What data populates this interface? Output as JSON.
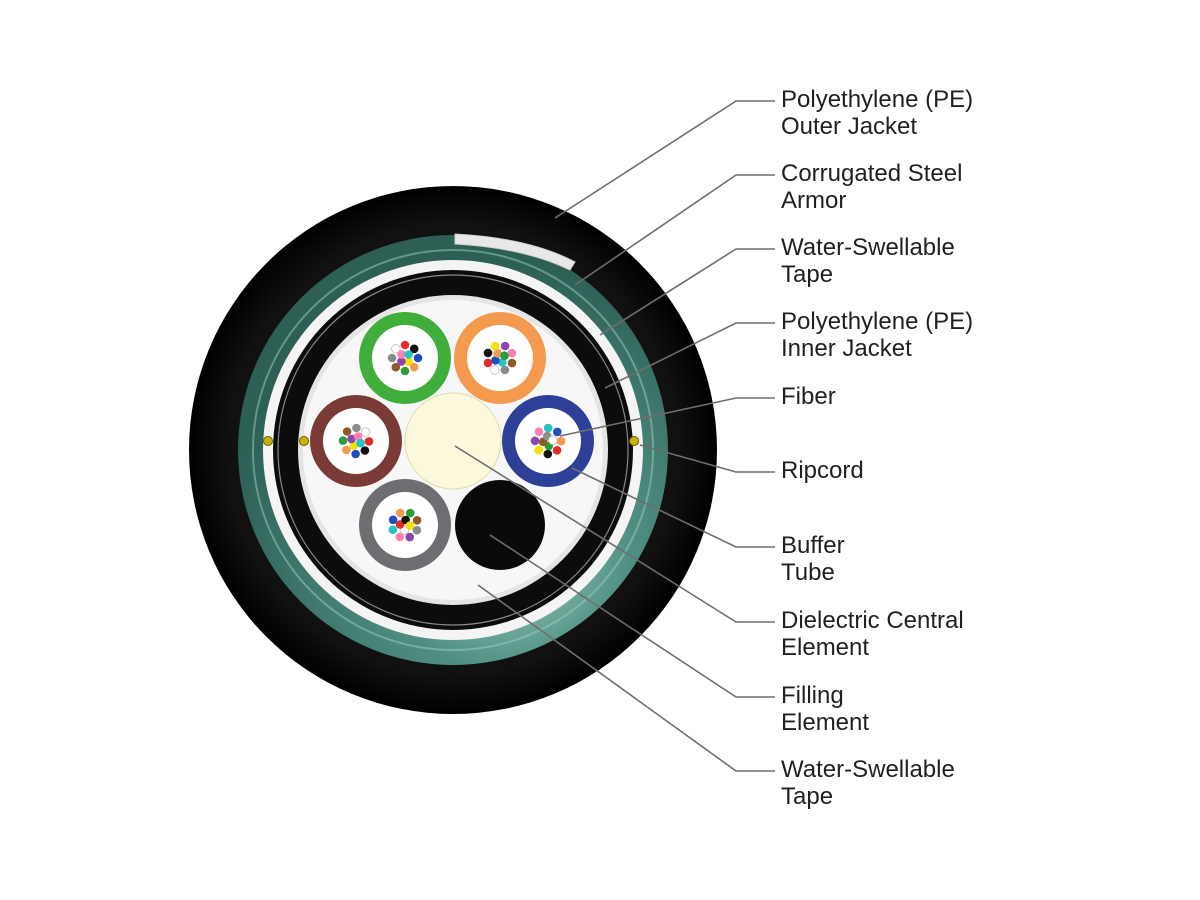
{
  "diagram": {
    "colors": {
      "outer_jacket": "#0c0c0c",
      "armor": "#3f7a6e",
      "armor_highlight": "#9fcfc2",
      "tape": "#f4f4f4",
      "inner_jacket": "#0c0c0c",
      "core_fill": "#f7f7f7",
      "central_element": "#fbf8dc",
      "filling_element": "#0a0a0a",
      "ripcord": "#c8b400",
      "leader_line": "#6d6e71",
      "text": "#231f20"
    },
    "buffer_tubes": [
      {
        "name": "green-tube",
        "color": "#3fae3a"
      },
      {
        "name": "orange-tube",
        "color": "#f39a4e"
      },
      {
        "name": "blue-tube",
        "color": "#2e3f98"
      },
      {
        "name": "gray-tube",
        "color": "#6d6e71"
      },
      {
        "name": "brown-tube",
        "color": "#7a3a36"
      }
    ],
    "fiber_colors": [
      "#1f4fbf",
      "#f39a4e",
      "#2e9b3a",
      "#8b5a2b",
      "#8a8c8e",
      "#ffffff",
      "#e32b2b",
      "#111111",
      "#f2e400",
      "#8e44ad",
      "#ff7fb5",
      "#27c3c7"
    ],
    "labels": [
      {
        "id": "pe-outer-jacket",
        "lines": [
          "Polyethylene (PE)",
          "Outer Jacket"
        ]
      },
      {
        "id": "corrugated-steel-armor",
        "lines": [
          "Corrugated Steel",
          "Armor"
        ]
      },
      {
        "id": "water-swellable-tape-outer",
        "lines": [
          "Water-Swellable",
          "Tape"
        ]
      },
      {
        "id": "pe-inner-jacket",
        "lines": [
          "Polyethylene (PE)",
          "Inner Jacket"
        ]
      },
      {
        "id": "fiber",
        "lines": [
          "Fiber"
        ]
      },
      {
        "id": "ripcord",
        "lines": [
          "Ripcord"
        ]
      },
      {
        "id": "buffer-tube",
        "lines": [
          "Buffer",
          "Tube"
        ]
      },
      {
        "id": "dielectric-central-element",
        "lines": [
          "Dielectric Central",
          "Element"
        ]
      },
      {
        "id": "filling-element",
        "lines": [
          "Filling",
          "Element"
        ]
      },
      {
        "id": "water-swellable-tape-inner",
        "lines": [
          "Water-Swellable",
          "Tape"
        ]
      }
    ]
  }
}
